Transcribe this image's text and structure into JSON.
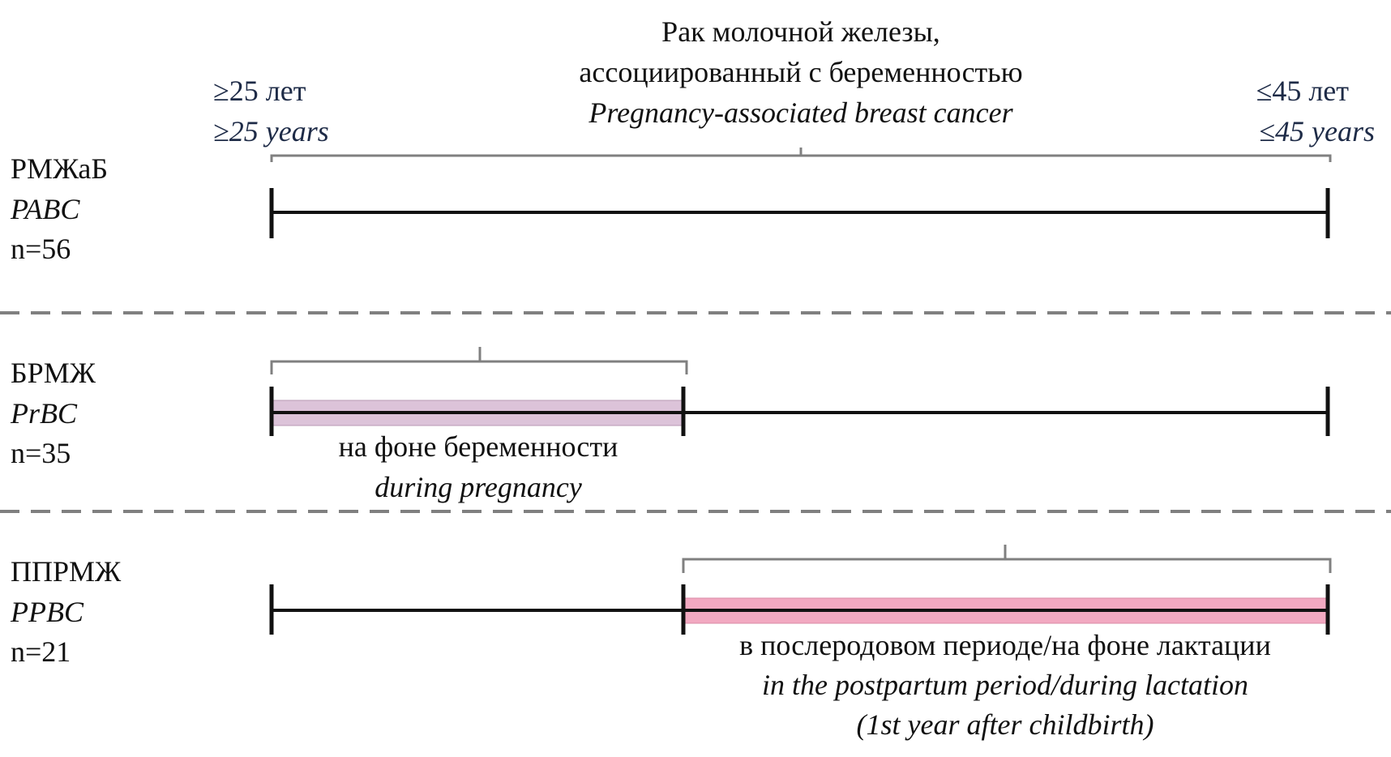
{
  "header": {
    "title_ru_line1": "Рак молочной железы,",
    "title_ru_line2": "ассоциированный с беременностью",
    "title_en": "Pregnancy-associated breast cancer",
    "left_age_ru": "≥25 лет",
    "left_age_en": "≥25 years",
    "right_age_ru": "≤45 лет",
    "right_age_en": "≤45 years"
  },
  "rows": [
    {
      "label_ru": "РМЖаБ",
      "label_en": "PABC",
      "n": "n=56"
    },
    {
      "label_ru": "БРМЖ",
      "label_en": "PrBC",
      "n": "n=35",
      "segment_ru": "на фоне беременности",
      "segment_en": "during pregnancy",
      "highlight_color": "#dcc3d9"
    },
    {
      "label_ru": "ППРМЖ",
      "label_en": "PPBC",
      "n": "n=21",
      "segment_ru": "в послеродовом периоде/на фоне лактации",
      "segment_en_line1": "in the postpartum period/during lactation",
      "segment_en_line2": "(1st year after childbirth)",
      "highlight_color": "#f2a9c1"
    }
  ],
  "colors": {
    "line": "#111111",
    "bracket": "#808080",
    "divider": "#808080",
    "navy_text": "#1e2b47"
  }
}
